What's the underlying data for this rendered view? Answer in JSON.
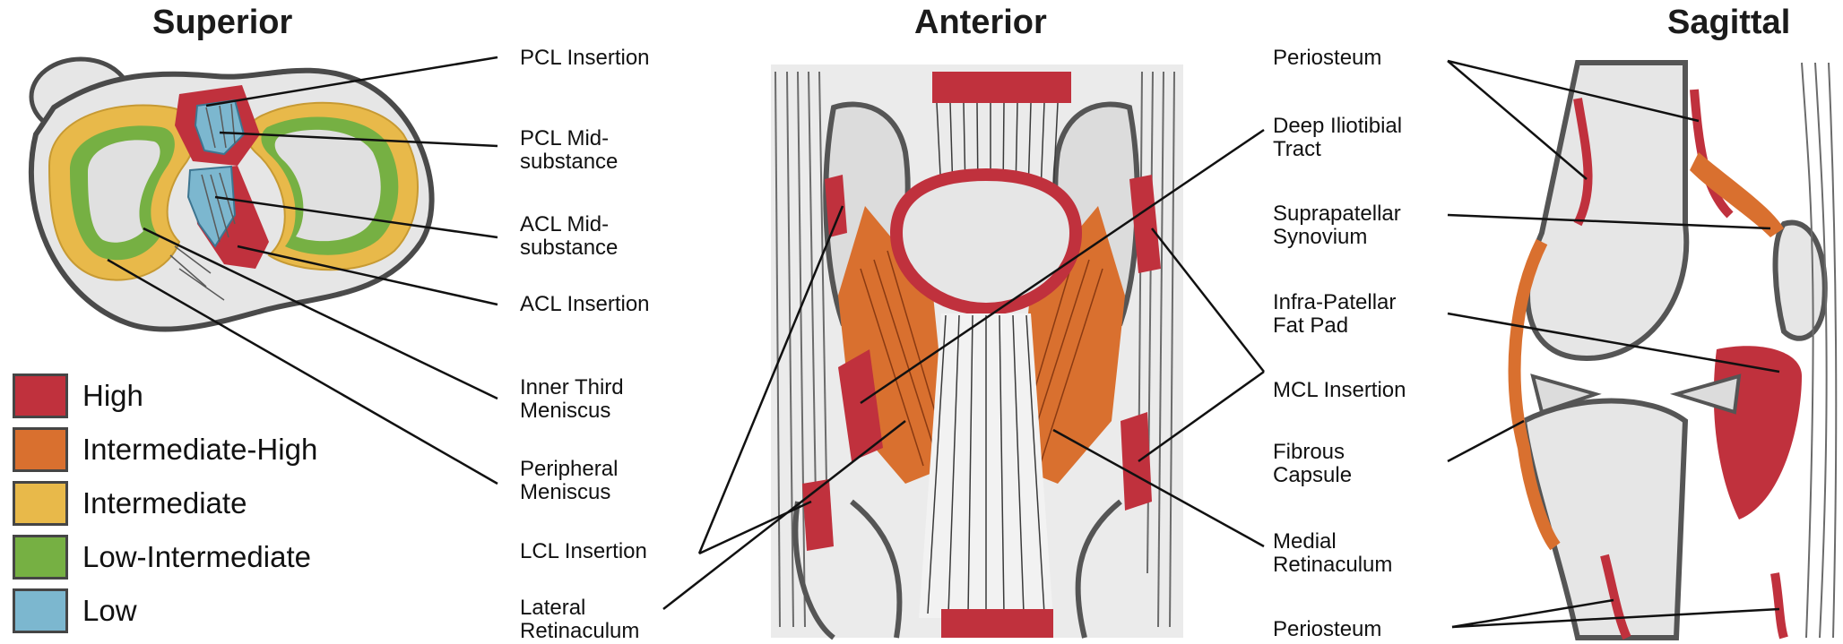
{
  "colors": {
    "high": "#c0313d",
    "intermediate_high": "#d9702f",
    "intermediate": "#e8b94a",
    "low_intermediate": "#76b043",
    "low": "#7cb7cf",
    "bone": "#e6e6e6",
    "outline": "#4a4a4a"
  },
  "titles": {
    "superior": "Superior",
    "anterior": "Anterior",
    "sagittal": "Sagittal"
  },
  "legend": {
    "items": [
      {
        "label": "High",
        "color": "#c0313d"
      },
      {
        "label": "Intermediate-High",
        "color": "#d9702f"
      },
      {
        "label": "Intermediate",
        "color": "#e8b94a"
      },
      {
        "label": "Low-Intermediate",
        "color": "#76b043"
      },
      {
        "label": "Low",
        "color": "#7cb7cf"
      }
    ]
  },
  "labels": {
    "pcl_insertion": "PCL Insertion",
    "pcl_mid": "PCL Mid-\nsubstance",
    "acl_mid": "ACL Mid-\nsubstance",
    "acl_insertion": "ACL Insertion",
    "inner_meniscus": "Inner Third\nMeniscus",
    "peripheral_meniscus": "Peripheral\nMeniscus",
    "lcl_insertion": "LCL Insertion",
    "lateral_retinaculum": "Lateral\nRetinaculum",
    "periosteum_top": "Periosteum",
    "deep_iliotibial": "Deep Iliotibial\nTract",
    "suprapatellar": "Suprapatellar\nSynovium",
    "infrapatellar": "Infra-Patellar\nFat Pad",
    "mcl_insertion": "MCL Insertion",
    "fibrous_capsule": "Fibrous\nCapsule",
    "medial_retinaculum": "Medial\nRetinaculum",
    "periosteum_bottom": "Periosteum"
  }
}
